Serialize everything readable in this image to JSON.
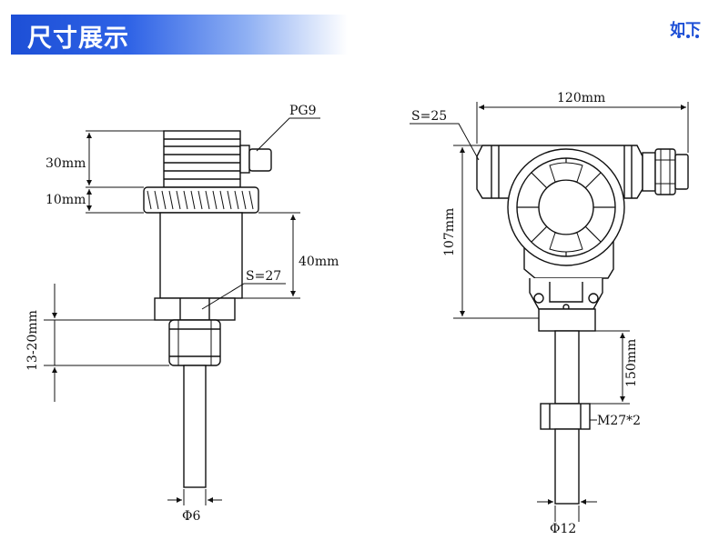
{
  "header": {
    "title": "尺寸展示",
    "more_label": "如下"
  },
  "left_drawing": {
    "cable_gland_label": "PG9",
    "top_height_label": "30mm",
    "nut_height_label": "10mm",
    "body_height_label": "40mm",
    "hex_label": "S=27",
    "thread_length_label": "13-20mm",
    "probe_diameter_label": "Φ6"
  },
  "right_drawing": {
    "width_label": "120mm",
    "hex_label": "S=25",
    "height_label": "107mm",
    "stem_length_label": "150mm",
    "thread_label": "M27*2",
    "probe_diameter_label": "Φ12"
  }
}
